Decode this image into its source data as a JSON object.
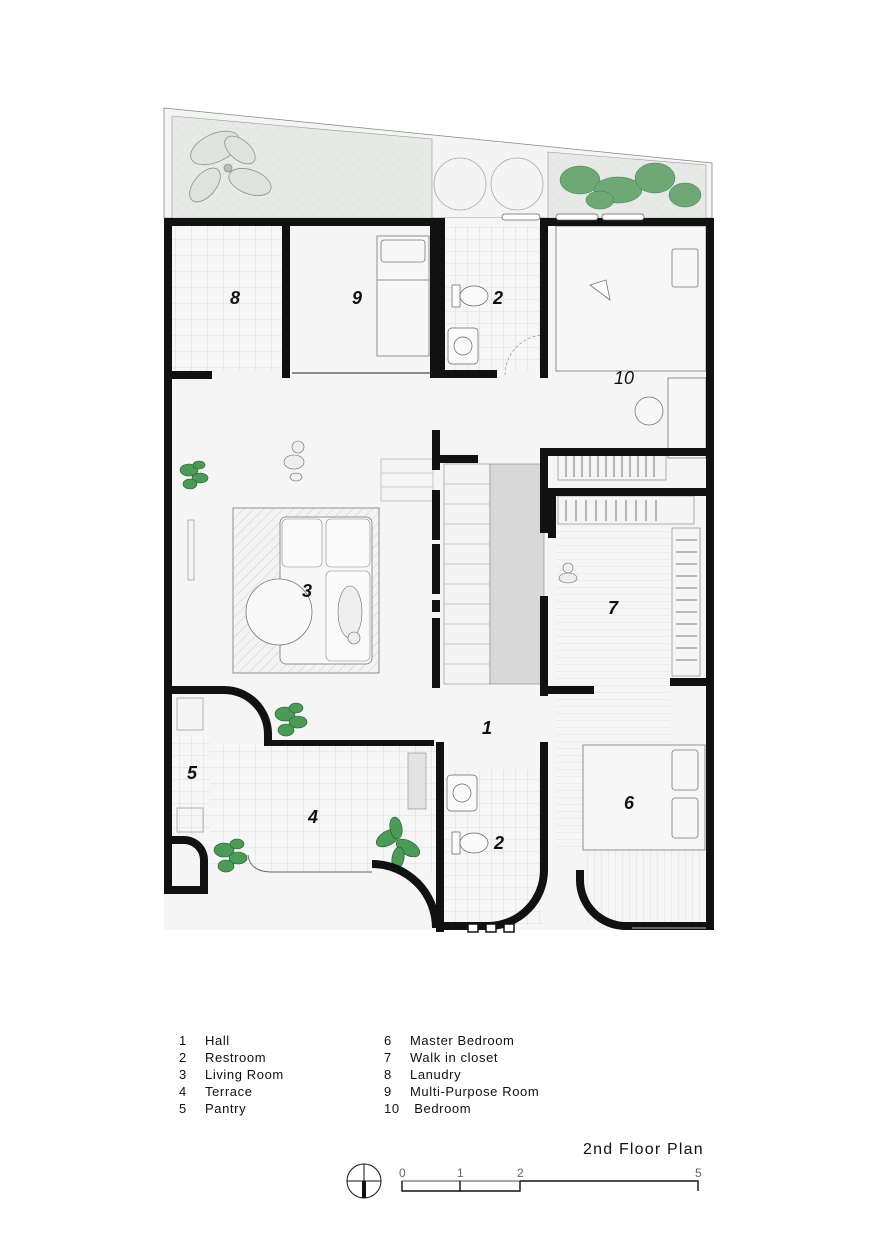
{
  "plan_title": "2nd Floor Plan",
  "room_labels": {
    "r1": "1",
    "r2a": "2",
    "r2b": "2",
    "r3": "3",
    "r4": "4",
    "r5": "5",
    "r6": "6",
    "r7": "7",
    "r8": "8",
    "r9": "9",
    "r10": "10"
  },
  "legend_left": [
    {
      "num": "1",
      "name": "Hall"
    },
    {
      "num": "2",
      "name": "Restroom"
    },
    {
      "num": "3",
      "name": "Living Room"
    },
    {
      "num": "4",
      "name": "Terrace"
    },
    {
      "num": "5",
      "name": "Pantry"
    }
  ],
  "legend_right": [
    {
      "num": "6",
      "name": "Master Bedroom"
    },
    {
      "num": "7",
      "name": "Walk in closet"
    },
    {
      "num": "8",
      "name": "Lanudry"
    },
    {
      "num": "9",
      "name": "Multi-Purpose Room"
    },
    {
      "num": "10",
      "name": " Bedroom"
    }
  ],
  "scale_bar": {
    "ticks": [
      "0",
      "1",
      "2",
      "5"
    ]
  },
  "colors": {
    "wall": "#111111",
    "floor": "#f5f5f5",
    "garden": "#e8ebe8",
    "plant": "#3d8a4a",
    "stair_shade": "#d8d8d8"
  }
}
